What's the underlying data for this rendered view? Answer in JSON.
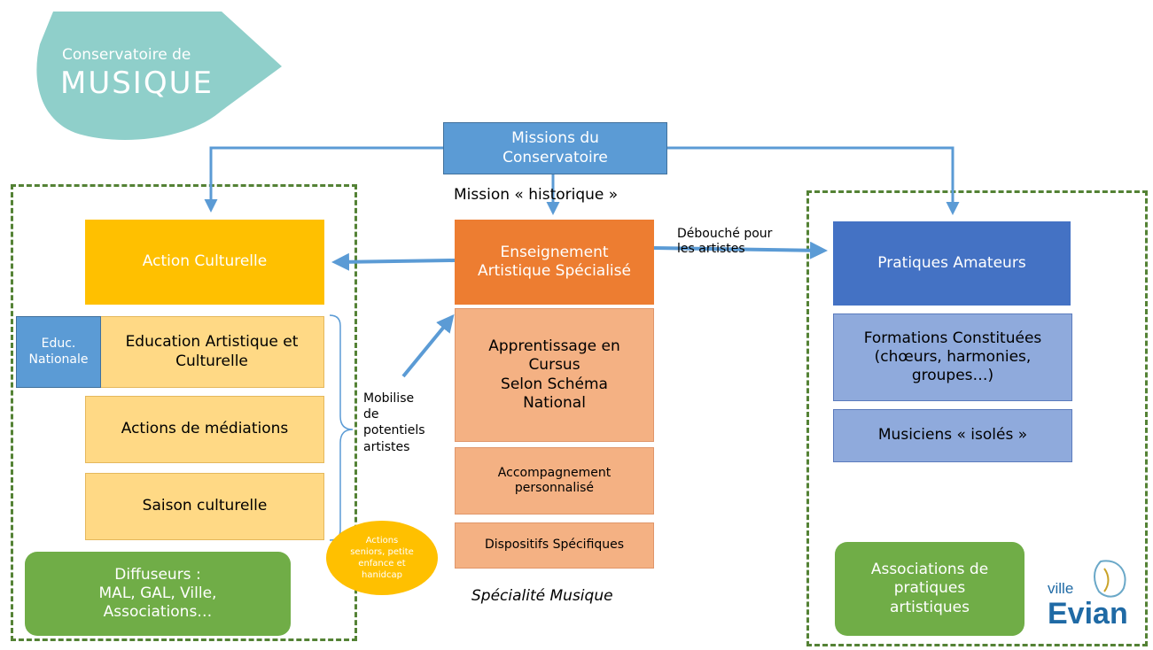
{
  "logo": {
    "line1": "Conservatoire de",
    "line2": "MUSIQUE"
  },
  "missions": "Missions du\nConservatoire",
  "mission_historique": "Mission « historique »",
  "left": {
    "action_culturelle": "Action Culturelle",
    "educ_nationale": "Educ.\nNationale",
    "items": [
      "Education Artistique et\nCulturelle",
      "Actions de médiations",
      "Saison culturelle"
    ],
    "diffuseurs": "Diffuseurs :\nMAL, GAL, Ville,\nAssociations…"
  },
  "center": {
    "enseignement": "Enseignement\nArtistique Spécialisé",
    "apprentissage": "Apprentissage en\nCursus\nSelon Schéma\nNational",
    "accompagnement": "Accompagnement\npersonnalisé",
    "dispositifs": "Dispositifs Spécifiques",
    "specialite": "Spécialité Musique"
  },
  "labels": {
    "debouche": "Débouché pour\nles artistes",
    "mobilise": "Mobilise\nde\npotentiels\nartistes",
    "actions_seniors": "Actions\nseniors, petite\nenfance et\nhanidcap"
  },
  "right": {
    "pratiques": "Pratiques Amateurs",
    "formations": "Formations Constituées\n(chœurs, harmonies,\ngroupes…)",
    "musiciens": "Musiciens « isolés »",
    "associations": "Associations de\npratiques\nartistiques"
  },
  "ville_logo": {
    "small": "ville",
    "big": "Evian"
  }
}
